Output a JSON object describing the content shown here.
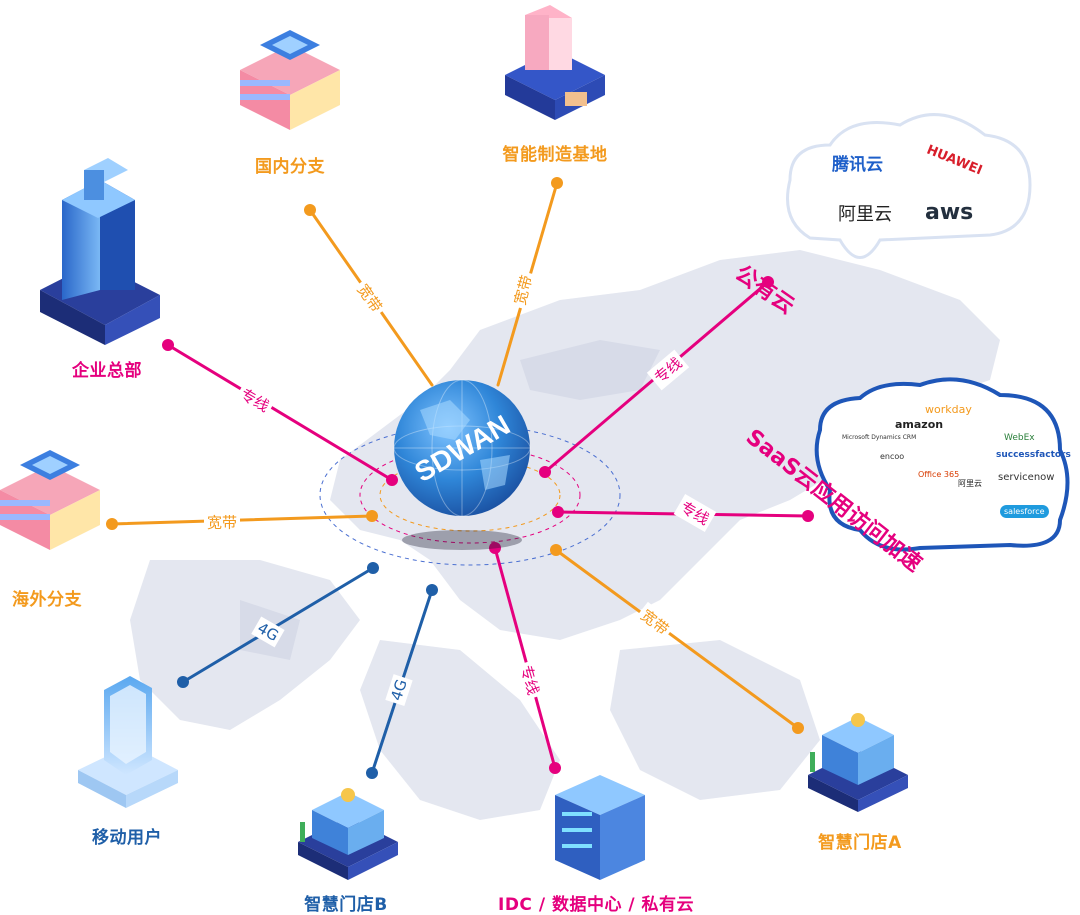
{
  "colors": {
    "dedicated_line": "#e5007e",
    "broadband": "#f39a1e",
    "mobile_4g": "#1f5fa8",
    "map_land": "#e4e7f0",
    "globe": "#2f86d8"
  },
  "hub": {
    "label": "SDWAN"
  },
  "nodes": {
    "headquarters": "企业总部",
    "domestic_branch": "国内分支",
    "manufacturing_base": "智能制造基地",
    "overseas_branch": "海外分支",
    "mobile_user": "移动用户",
    "smart_store_b": "智慧门店B",
    "idc": "IDC / 数据中心 / 私有云",
    "smart_store_a": "智慧门店A"
  },
  "links": {
    "headquarters": "专线",
    "domestic_branch": "宽带",
    "manufacturing_base": "宽带",
    "public_cloud": "专线",
    "saas": "专线",
    "overseas_branch": "宽带",
    "mobile_user": "4G",
    "smart_store_b": "4G",
    "idc": "专线",
    "smart_store_a": "宽带"
  },
  "public_cloud": {
    "title": "公有云",
    "providers": [
      "腾讯云",
      "HUAWEI",
      "阿里云",
      "aws"
    ]
  },
  "saas": {
    "title": "SaaS云应用访问加速",
    "apps": [
      "workday",
      "amazon",
      "Microsoft Dynamics CRM",
      "WebEx",
      "successfactors",
      "encoo",
      "Office 365",
      "阿里云",
      "servicenow",
      "salesforce"
    ]
  }
}
